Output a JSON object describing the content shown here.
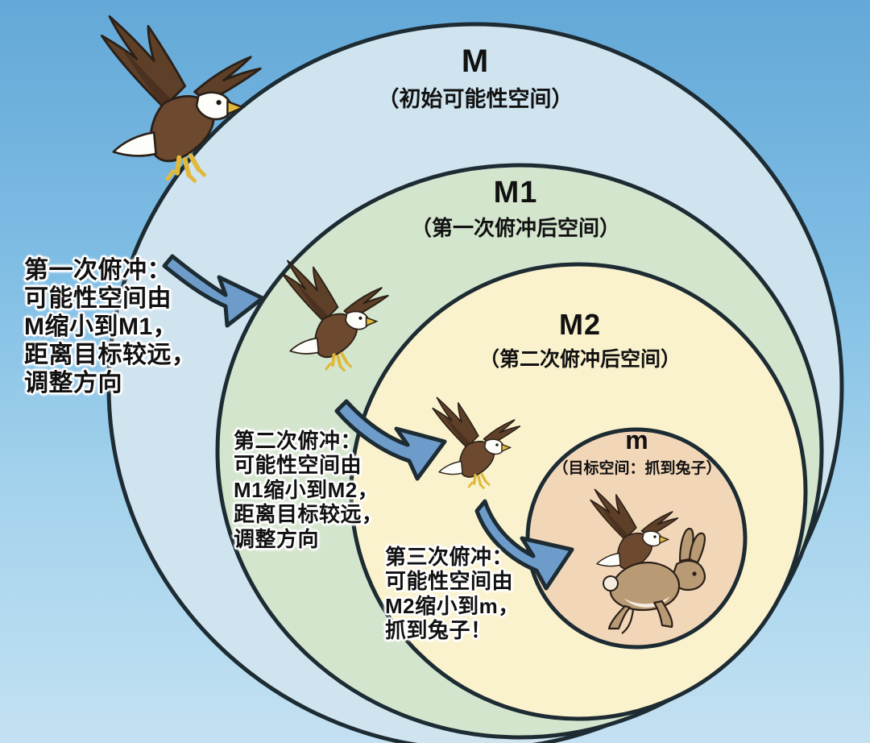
{
  "diagram": {
    "title_present": false,
    "background": {
      "top_color": "#63a8d8",
      "bottom_color": "#c3e1f2"
    },
    "sets": [
      {
        "id": "M",
        "name": "M",
        "subtitle": "（初始可能性空间）",
        "fill": "#cfe4ef",
        "stroke": "#1d2b33"
      },
      {
        "id": "M1",
        "name": "M1",
        "subtitle": "（第一次俯冲后空间）",
        "fill": "#d4e5cd",
        "stroke": "#1d2b33"
      },
      {
        "id": "M2",
        "name": "M2",
        "subtitle": "（第二次俯冲后空间）",
        "fill": "#faf2cd",
        "stroke": "#1d2b33"
      },
      {
        "id": "m",
        "name": "m",
        "subtitle": "（目标空间：抓到兔子）",
        "fill": "#f2d6b8",
        "stroke": "#1d2b33"
      }
    ],
    "annotations": [
      {
        "id": "dive-1",
        "text": "第一次俯冲：\n可能性空间由\nM缩小到M1，\n距离目标较远，\n调整方向"
      },
      {
        "id": "dive-2",
        "text": "第二次俯冲：\n可能性空间由\nM1缩小到M2，\n距离目标较远，\n调整方向"
      },
      {
        "id": "dive-3",
        "text": "第三次俯冲：\n可能性空间由\nM2缩小到m，\n抓到兔子！"
      }
    ],
    "arrows": [
      {
        "id": "arrow-1",
        "color": "#6d9cca"
      },
      {
        "id": "arrow-2",
        "color": "#6d9cca"
      },
      {
        "id": "arrow-3",
        "color": "#6d9cca"
      }
    ],
    "figures": [
      {
        "id": "eagle-1",
        "kind": "eagle",
        "caption": ""
      },
      {
        "id": "eagle-2",
        "kind": "eagle",
        "caption": ""
      },
      {
        "id": "eagle-3",
        "kind": "eagle",
        "caption": ""
      },
      {
        "id": "eagle-4",
        "kind": "eagle",
        "caption": ""
      },
      {
        "id": "rabbit",
        "kind": "rabbit",
        "caption": ""
      }
    ],
    "colors": {
      "eagle_body": "#6d4a2f",
      "eagle_wing_dark": "#4b3220",
      "eagle_head": "#fdfdfa",
      "eagle_beak": "#e0b93a",
      "rabbit_body": "#b89a74",
      "outline": "#1d2b33"
    }
  }
}
